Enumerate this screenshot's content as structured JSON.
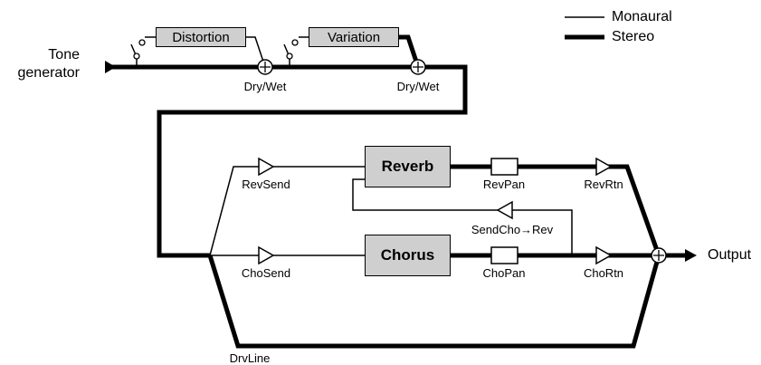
{
  "legend": {
    "mono_label": "Monaural",
    "stereo_label": "Stereo"
  },
  "input": {
    "line1": "Tone",
    "line2": "generator"
  },
  "insertion": {
    "distortion": "Distortion",
    "variation": "Variation",
    "drywet1": "Dry/Wet",
    "drywet2": "Dry/Wet"
  },
  "system": {
    "reverb": "Reverb",
    "chorus": "Chorus",
    "revsend": "RevSend",
    "chosend": "ChoSend",
    "revpan": "RevPan",
    "chopan": "ChoPan",
    "revrtn": "RevRtn",
    "chortn": "ChoRtn",
    "sendcho_rev": "SendCho→Rev",
    "drvline": "DrvLine"
  },
  "output": {
    "label": "Output"
  }
}
